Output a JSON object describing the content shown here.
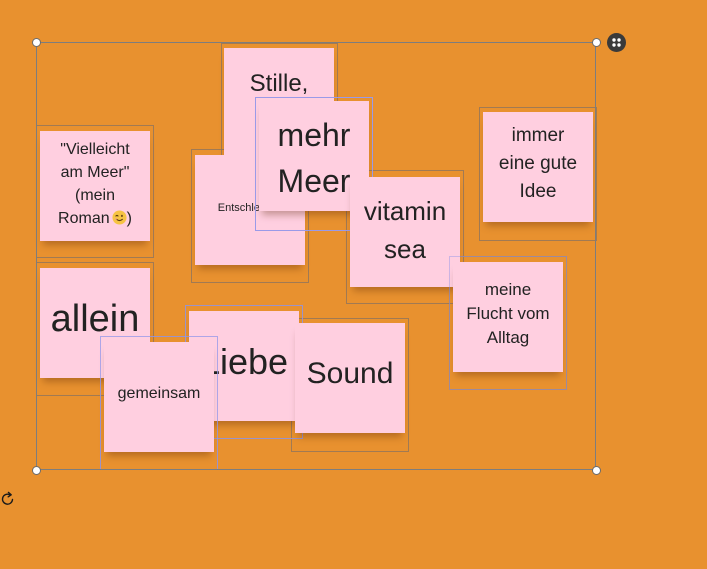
{
  "board": {
    "background": "#e8912f",
    "note_color": "#ffcfe0",
    "selection_color": "#7d7d7d",
    "highlight_outline_color": "#9a9ae8"
  },
  "toolbar": {
    "group_icon": "group-icon",
    "rotate_icon": "rotate-icon"
  },
  "notes": {
    "stille": {
      "text": "Stille,\nFr"
    },
    "roman": {
      "text": "\"Vielleicht\nam Meer\"\n(mein\nRoman",
      "emoji": "winking-face-icon"
    },
    "entschleunigung": {
      "text": "Entschleun"
    },
    "mehr_meer": {
      "text": "mehr\nMeer"
    },
    "immer": {
      "text": "immer\neine gute\nIdee"
    },
    "vitamin": {
      "text": "vitamin\nsea"
    },
    "allein": {
      "text": "allein"
    },
    "liebe": {
      "text": "Liebe"
    },
    "sound": {
      "text": "Sound"
    },
    "flucht": {
      "text": "meine\nFlucht vom\nAlltag"
    },
    "gemeinsam": {
      "text": "gemeinsam"
    }
  }
}
